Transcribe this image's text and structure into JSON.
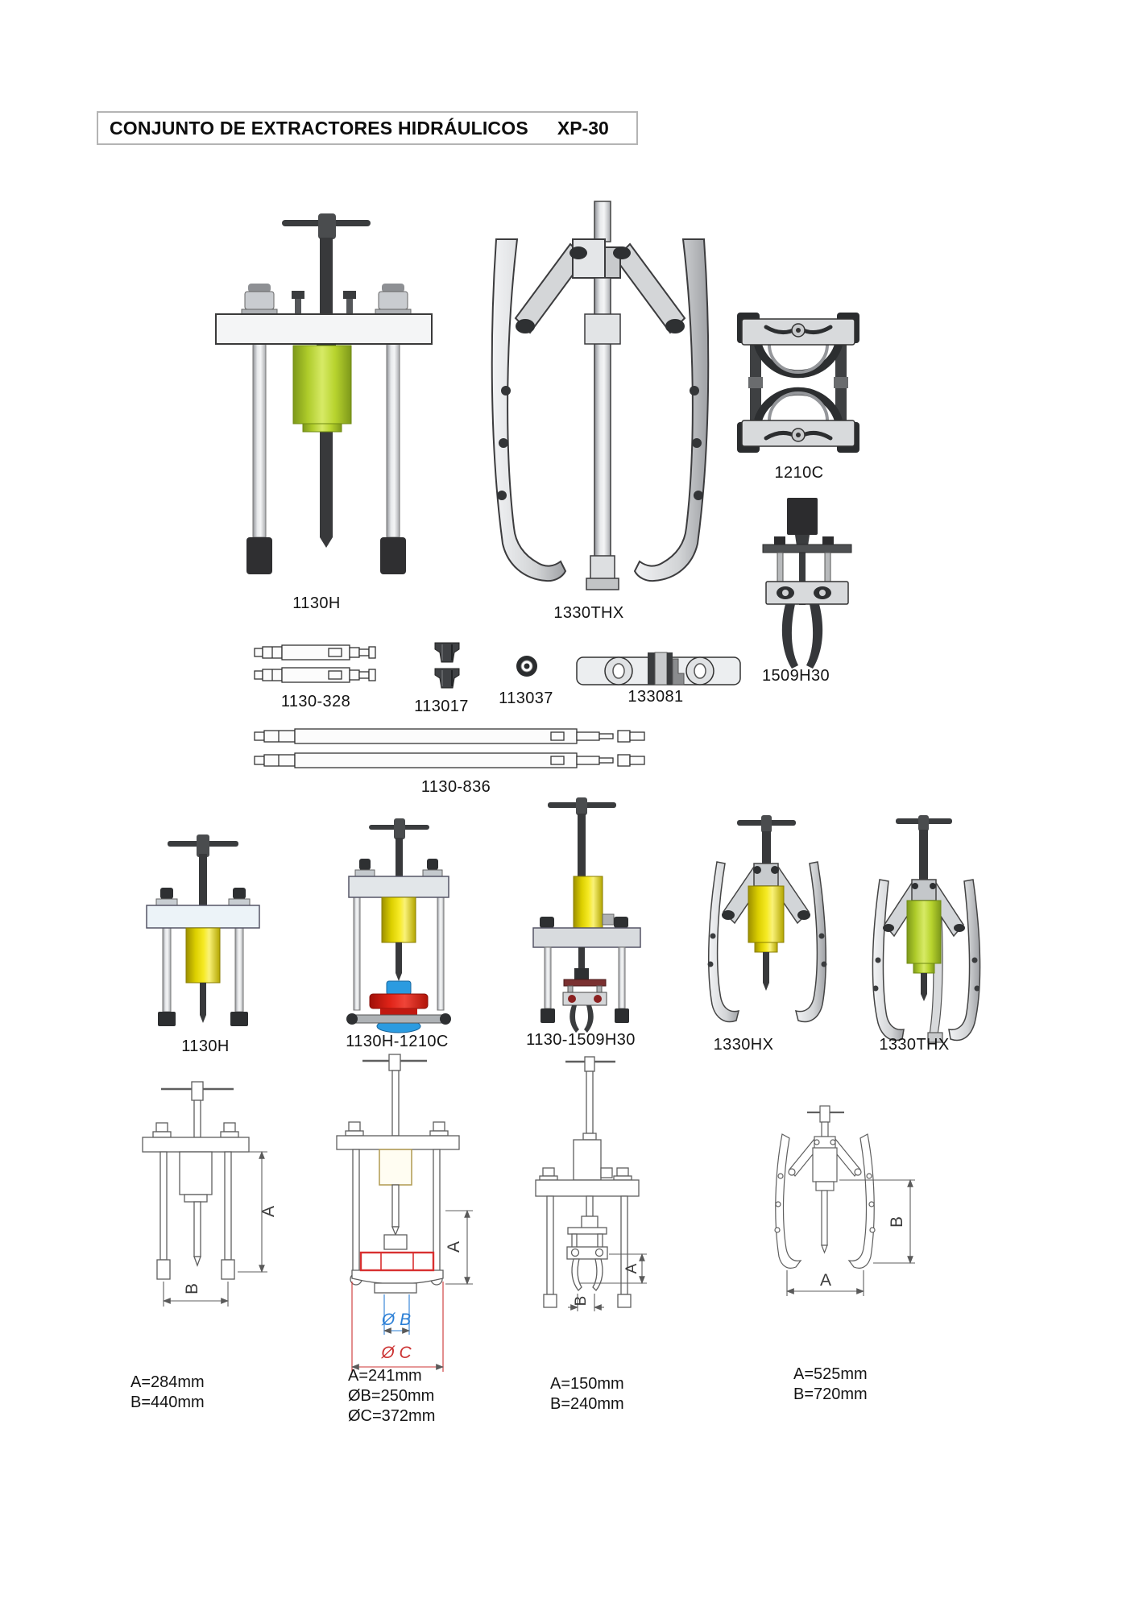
{
  "page": {
    "title": "CONJUNTO DE EXTRACTORES HIDRÁULICOS",
    "model": "XP-30"
  },
  "colors": {
    "lime_cylinder": "#b5d334",
    "yellow_cylinder": "#efe10a",
    "separator_red": "#e02318",
    "separator_blue": "#2b9be0",
    "dim_blue": "#2b7fd6",
    "dim_red": "#cc3333"
  },
  "top_row": {
    "items": [
      {
        "label": "1130H"
      },
      {
        "label": "1330THX"
      },
      {
        "label": "1210C"
      },
      {
        "label": "1509H30"
      }
    ]
  },
  "parts_row": {
    "items": [
      {
        "label": "1130-328"
      },
      {
        "label": "113017"
      },
      {
        "label": "113037"
      },
      {
        "label": "133081"
      },
      {
        "label": "1130-836"
      }
    ]
  },
  "assembly_row": {
    "items": [
      {
        "label": "1130H"
      },
      {
        "label": "1130H-1210C"
      },
      {
        "label": "1130-1509H30"
      },
      {
        "label": "1330HX"
      },
      {
        "label": "1330THX"
      }
    ]
  },
  "dimension_row": {
    "drawings": [
      {
        "dim_letters": [
          "A",
          "B"
        ],
        "values": [
          "A=284mm",
          "B=440mm"
        ]
      },
      {
        "dim_letters": [
          "A",
          "Ø B",
          "Ø C"
        ],
        "values": [
          "A=241mm",
          "ØB=250mm",
          "ØC=372mm"
        ]
      },
      {
        "dim_letters": [
          "A",
          "B"
        ],
        "values": [
          "A=150mm",
          "B=240mm"
        ]
      },
      {
        "dim_letters": [
          "A",
          "B"
        ],
        "values": [
          "A=525mm",
          "B=720mm"
        ]
      }
    ]
  }
}
